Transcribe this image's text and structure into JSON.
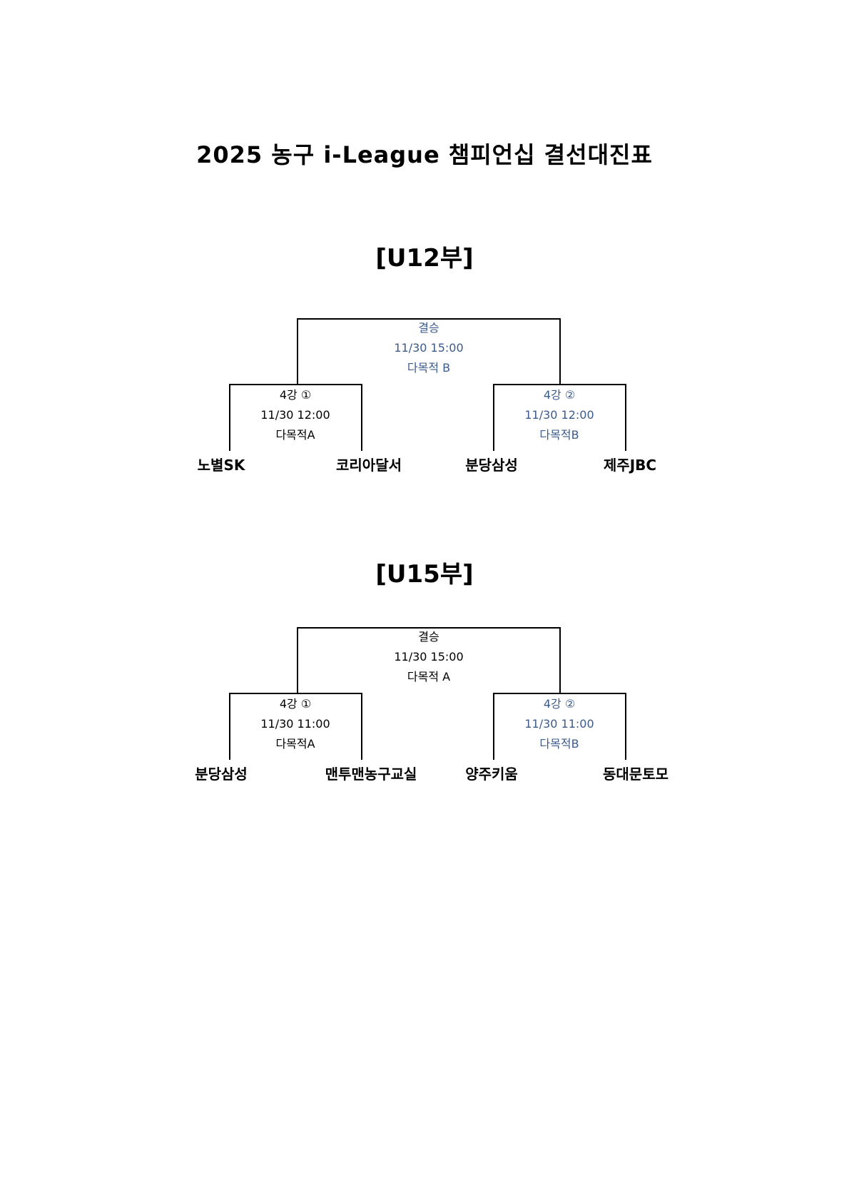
{
  "title": "2025 농구 i-League 챔피언십 결선대진표",
  "colors": {
    "blue": "#3b5b8c",
    "black": "#000000"
  },
  "divisions": [
    {
      "name": "[U12부]",
      "final": {
        "round": "결승",
        "datetime": "11/30  15:00",
        "venue": "다목적  B",
        "highlighted": true
      },
      "semis": [
        {
          "round": "4강  ①",
          "datetime": "11/30  12:00",
          "venue": "다목적A",
          "highlighted": false,
          "teams": [
            "노별SK",
            "코리아달서"
          ]
        },
        {
          "round": "4강  ②",
          "datetime": "11/30  12:00",
          "venue": "다목적B",
          "highlighted": true,
          "teams": [
            "분당삼성",
            "제주JBC"
          ]
        }
      ]
    },
    {
      "name": "[U15부]",
      "final": {
        "round": "결승",
        "datetime": "11/30  15:00",
        "venue": "다목적  A",
        "highlighted": false
      },
      "semis": [
        {
          "round": "4강  ①",
          "datetime": "11/30  11:00",
          "venue": "다목적A",
          "highlighted": false,
          "teams": [
            "분당삼성",
            "맨투맨농구교실"
          ]
        },
        {
          "round": "4강  ②",
          "datetime": "11/30  11:00",
          "venue": "다목적B",
          "highlighted": true,
          "teams": [
            "양주키움",
            "동대문토모"
          ]
        }
      ]
    }
  ]
}
